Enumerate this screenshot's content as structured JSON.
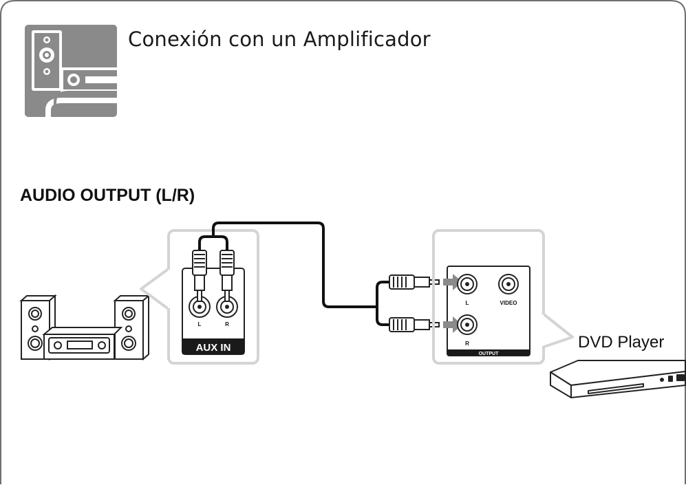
{
  "page": {
    "title": "Conexión con un Amplificador",
    "section_heading": "AUDIO OUTPUT (L/R)"
  },
  "amplifier_panel": {
    "jack_left_label": "L",
    "jack_right_label": "R",
    "input_label": "AUX IN"
  },
  "dvd_panel": {
    "jack_left_label": "L",
    "jack_right_label": "R",
    "video_label": "VIDEO",
    "output_label": "OUTPUT"
  },
  "devices": {
    "dvd_player_label": "DVD Player"
  },
  "icons": {
    "header": "audio-system-icon",
    "stereo": "stereo-system-icon",
    "dvd": "dvd-player-icon"
  },
  "colors": {
    "frame_border": "#6f6f6f",
    "panel_gray": "#d4d4d4",
    "icon_gray": "#8a8a8a",
    "label_bar": "#1a1a1a"
  }
}
